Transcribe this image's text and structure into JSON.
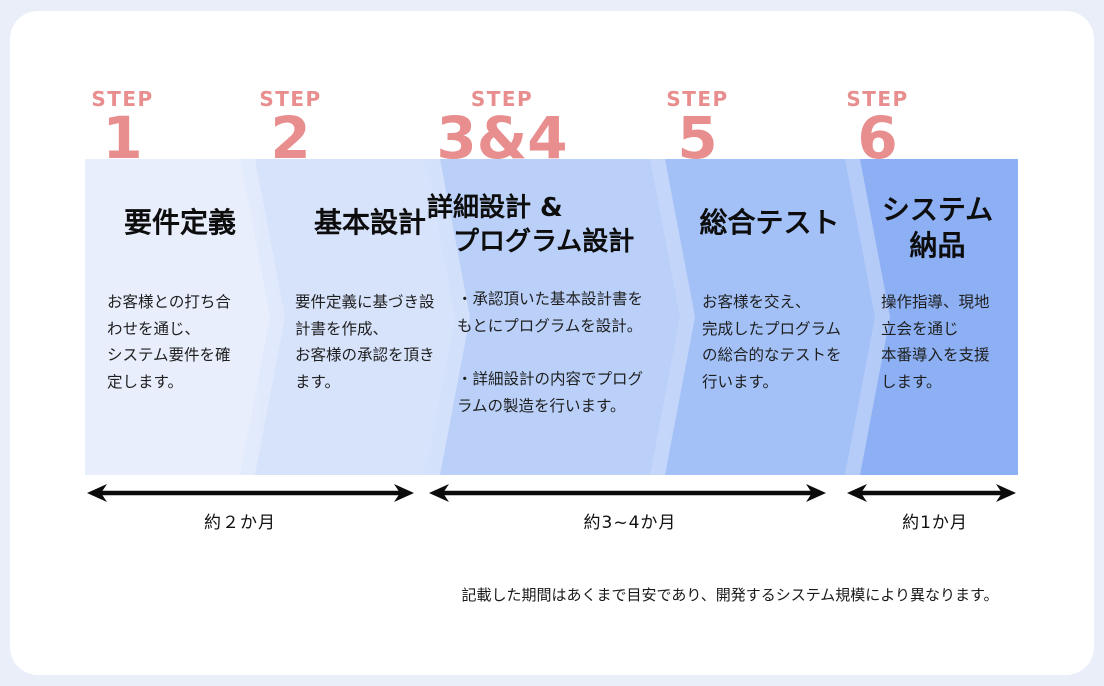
{
  "page": {
    "background_outer": "#e9eef8",
    "card_background": "#ffffff",
    "accent_step_color": "#e88e8e",
    "arrow_color": "#0b0b0b"
  },
  "steps": [
    {
      "step_word": "STEP",
      "number": "1",
      "title": "要件定義",
      "description": "お客様との打ち合\nわせを通じ、\nシステム要件を確\n定します。",
      "band_color": "#e8eefc"
    },
    {
      "step_word": "STEP",
      "number": "2",
      "title": "基本設計",
      "description": "要件定義に基づき設\n計書を作成、\nお客様の承認を頂き\nます。",
      "band_color": "#d7e3fb"
    },
    {
      "step_word": "STEP",
      "number": "3&4",
      "title": "詳細設計 &\n　プログラム設計",
      "description": "・承認頂いた基本設計書を\nもとにプログラムを設計。\n\n・詳細設計の内容でプログ\nラムの製造を行います。",
      "band_color": "#bad0f9"
    },
    {
      "step_word": "STEP",
      "number": "5",
      "title": "総合テスト",
      "description": "お客様を交え、\n完成したプログラム\nの総合的なテストを\n行います。",
      "band_color": "#a3c1f7"
    },
    {
      "step_word": "STEP",
      "number": "6",
      "title": "システム\n納品",
      "description": "操作指導、現地\n立会を通じ\n本番導入を支援\nします。",
      "band_color": "#8db0f4"
    }
  ],
  "durations": [
    {
      "label": "約２か月"
    },
    {
      "label": "約3~4か月"
    },
    {
      "label": "約1か月"
    }
  ],
  "footnote": "記載した期間はあくまで目安であり、開発するシステム規模により異なります。"
}
